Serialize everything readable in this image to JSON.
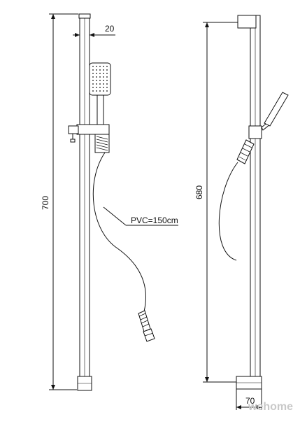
{
  "diagram": {
    "front_view": {
      "height_dimension": "700",
      "width_dimension": "20",
      "hose_callout": "PVC=150cm"
    },
    "side_view": {
      "height_dimension": "680",
      "depth_dimension": "70"
    },
    "watermark": "wehome"
  },
  "colors": {
    "line": "#111111",
    "background": "#ffffff",
    "watermark": "#c9c9c9"
  }
}
